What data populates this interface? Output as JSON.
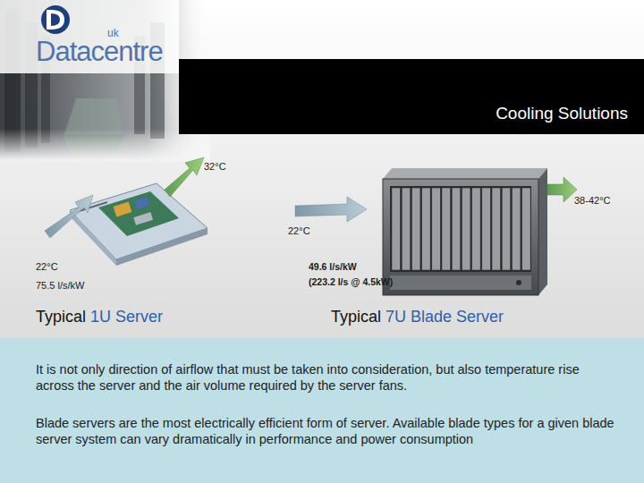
{
  "diagram": {
    "title": "Cooling Solutions",
    "nodes": [
      {
        "text": [
          "It is not only direction of airflow that must be taken into consideration, but also temperature rise across the server and the air volume required by the server fans.",
          "Blade servers are the most electrically efficient form of server. Available blade types for a given blade server system can vary dramatically in performance and power consumption"
        ]
      }
    ],
    "labels": [
      "Datacentre",
      "uk",
      "32°C",
      "38-42°C",
      "22°C",
      "22°C",
      "75.5 l/s/kW",
      "49.6 l/s/kW",
      "(223.2 l/s @ 4.5kW)",
      "Typical",
      "1U Server",
      "Typical",
      "7U Blade Server"
    ]
  }
}
